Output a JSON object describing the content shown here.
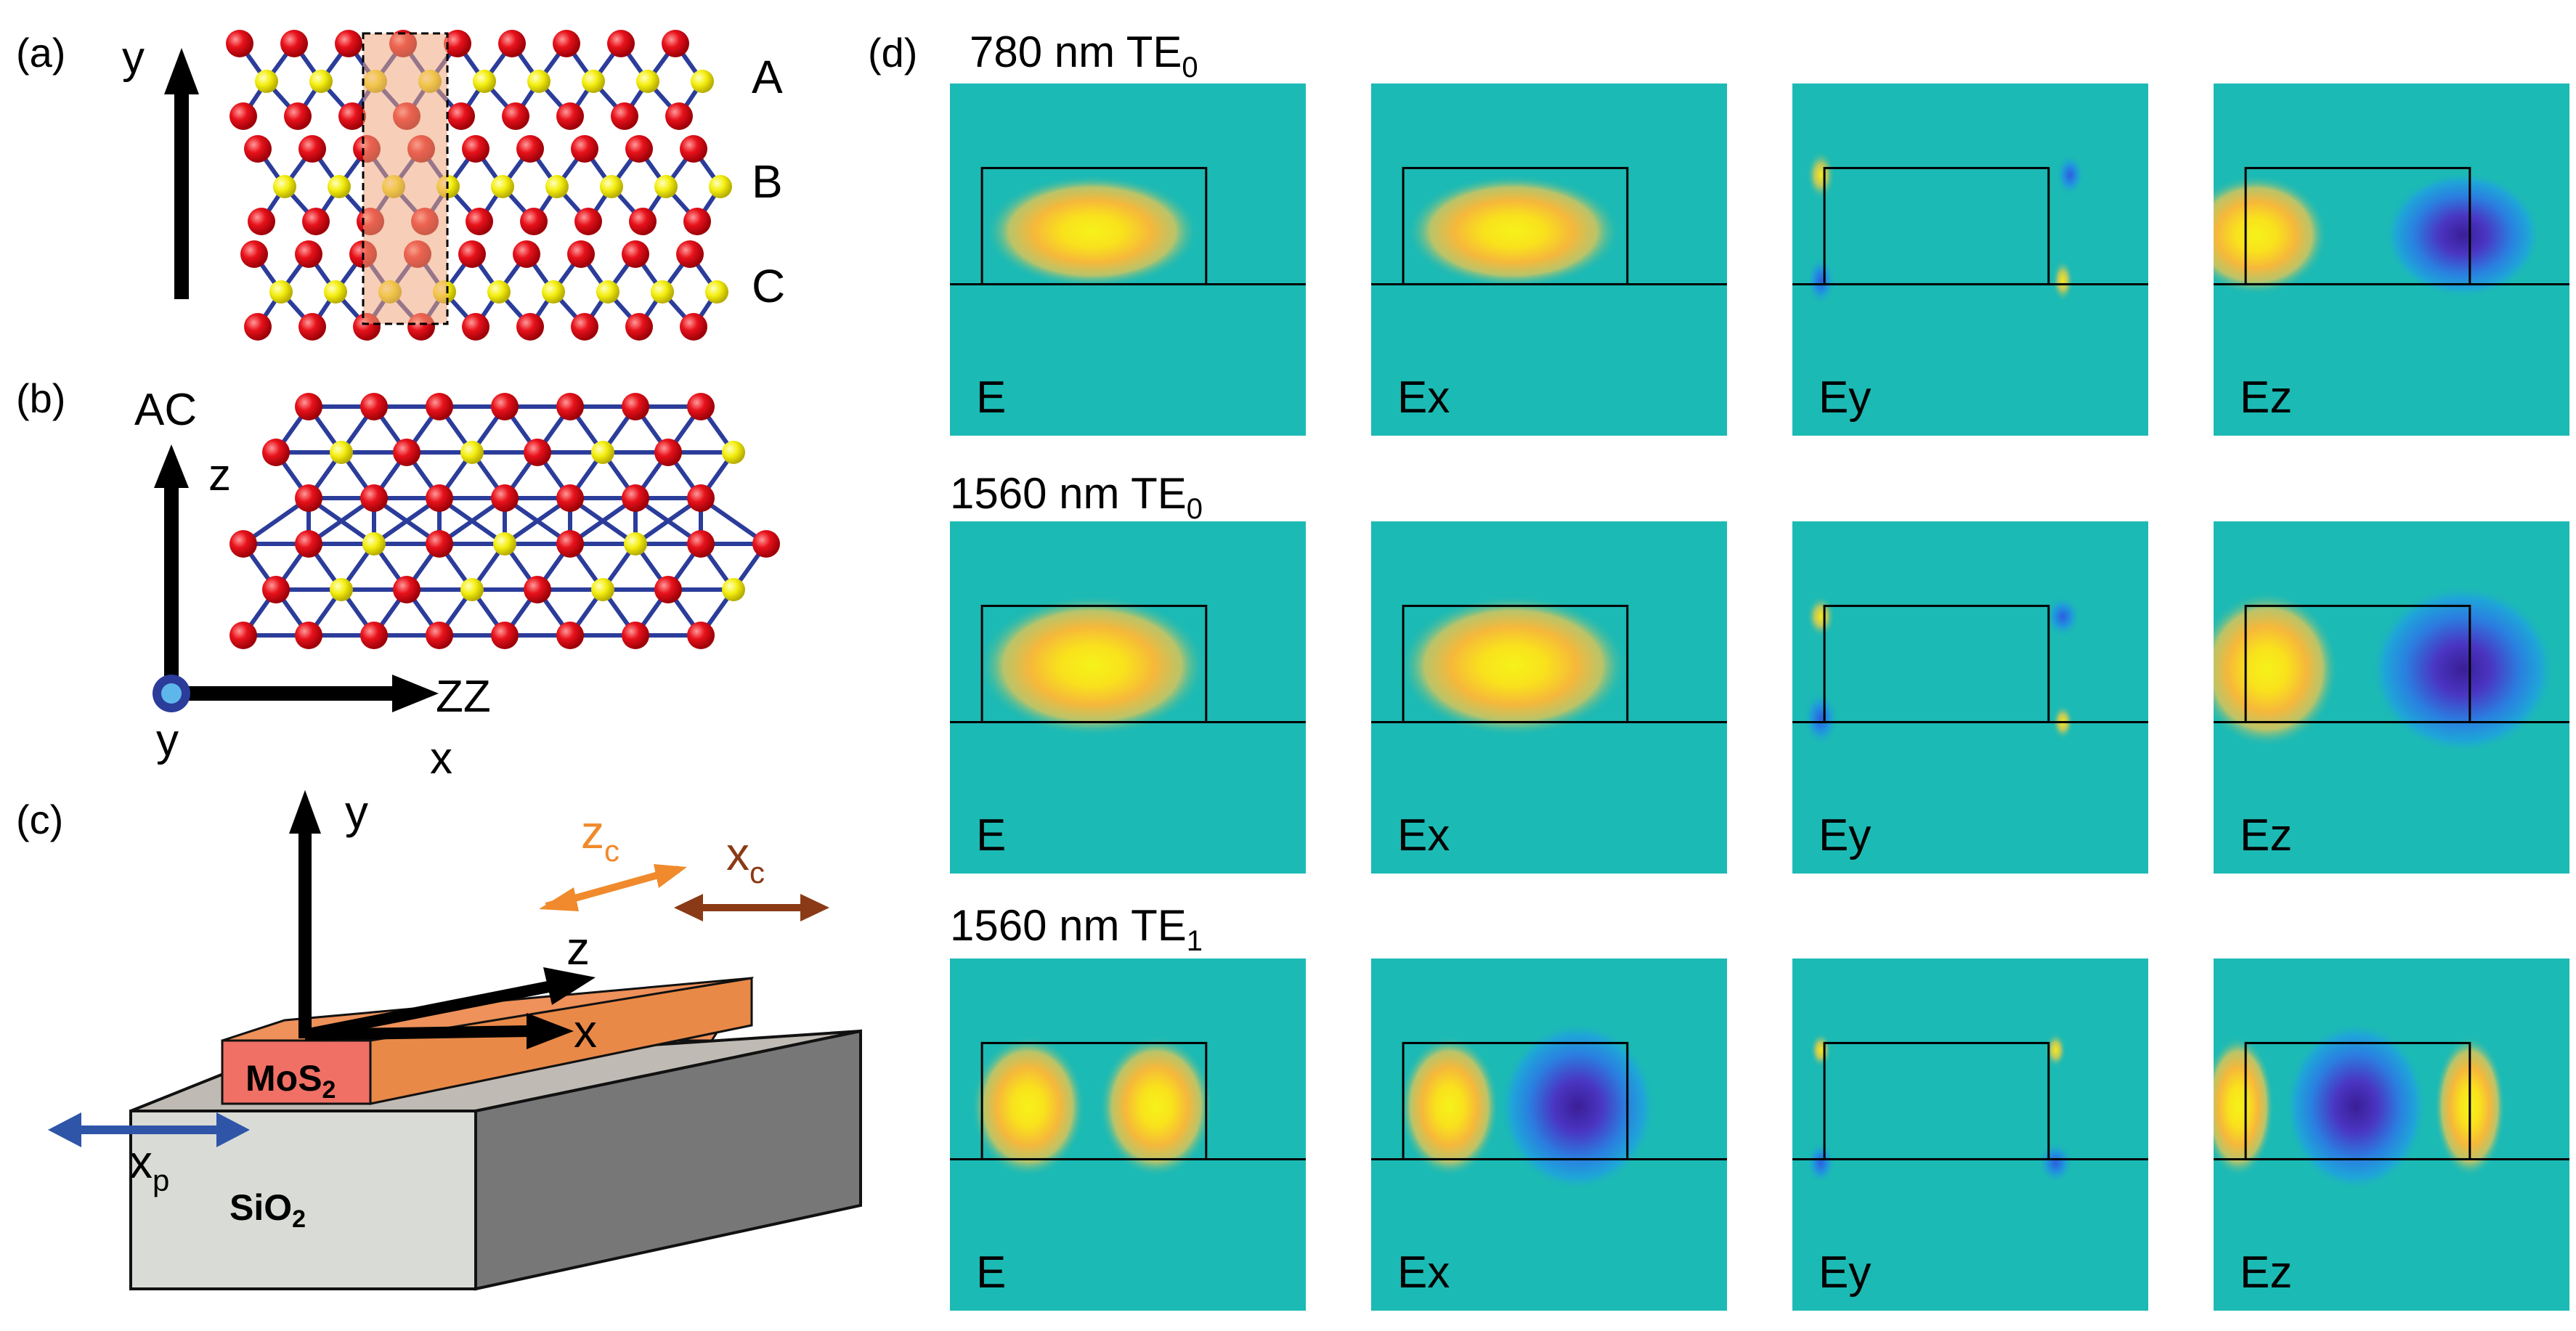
{
  "panel_a": {
    "label": "(a)",
    "axis_label": "y",
    "layers": [
      "A",
      "B",
      "C"
    ]
  },
  "panel_b": {
    "label": "(b)",
    "ac_label": "AC",
    "z_label": "z",
    "zz_label": "ZZ",
    "x_label": "x",
    "y_label": "y"
  },
  "panel_c": {
    "label": "(c)",
    "y_axis": "y",
    "z_axis": "z",
    "x_axis": "x",
    "zc_main": "z",
    "zc_sub": "c",
    "xc_main": "x",
    "xc_sub": "c",
    "xp_main": "x",
    "xp_sub": "p",
    "mos2_main": "MoS",
    "mos2_sub": "2",
    "sio2_main": "SiO",
    "sio2_sub": "2",
    "colors": {
      "zc": "#f08a2c",
      "xc": "#8a3a16",
      "xp": "#2f55a8"
    }
  },
  "panel_d": {
    "label": "(d)",
    "rows": [
      {
        "wl": "780 nm TE",
        "sub": "0"
      },
      {
        "wl": "1560 nm TE",
        "sub": "0"
      },
      {
        "wl": "1560 nm TE",
        "sub": "1"
      }
    ],
    "components": [
      "E",
      "Ex",
      "Ey",
      "Ez"
    ]
  }
}
